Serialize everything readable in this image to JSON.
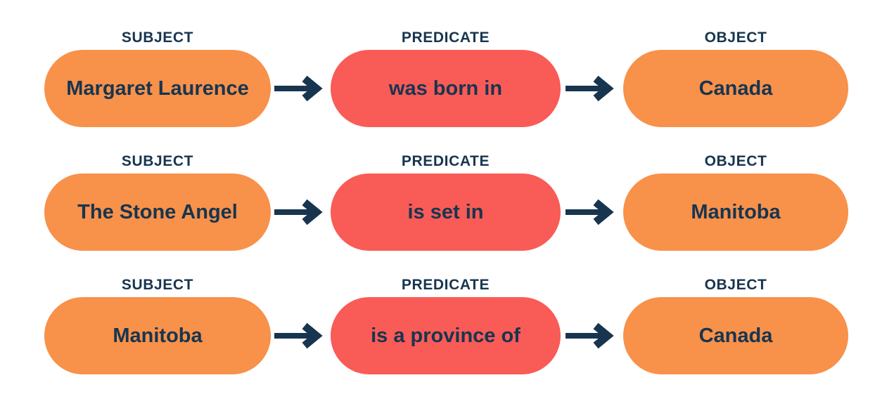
{
  "diagram": {
    "description": "Knowledge graph triples: subject - predicate - object"
  },
  "colors": {
    "background": "#ffffff",
    "subject_fill": "#F8914A",
    "predicate_fill": "#F95B57",
    "object_fill": "#F8914A",
    "text_navy": "#17354F",
    "arrow_navy": "#17354F"
  },
  "column_headers": {
    "subject": "SUBJECT",
    "predicate": "PREDICATE",
    "object": "OBJECT"
  },
  "rows": [
    {
      "subject": "Margaret Laurence",
      "predicate": "was born in",
      "object": "Canada"
    },
    {
      "subject": "The Stone Angel",
      "predicate": "is set in",
      "object": "Manitoba"
    },
    {
      "subject": "Manitoba",
      "predicate": "is a province of",
      "object": "Canada"
    }
  ]
}
